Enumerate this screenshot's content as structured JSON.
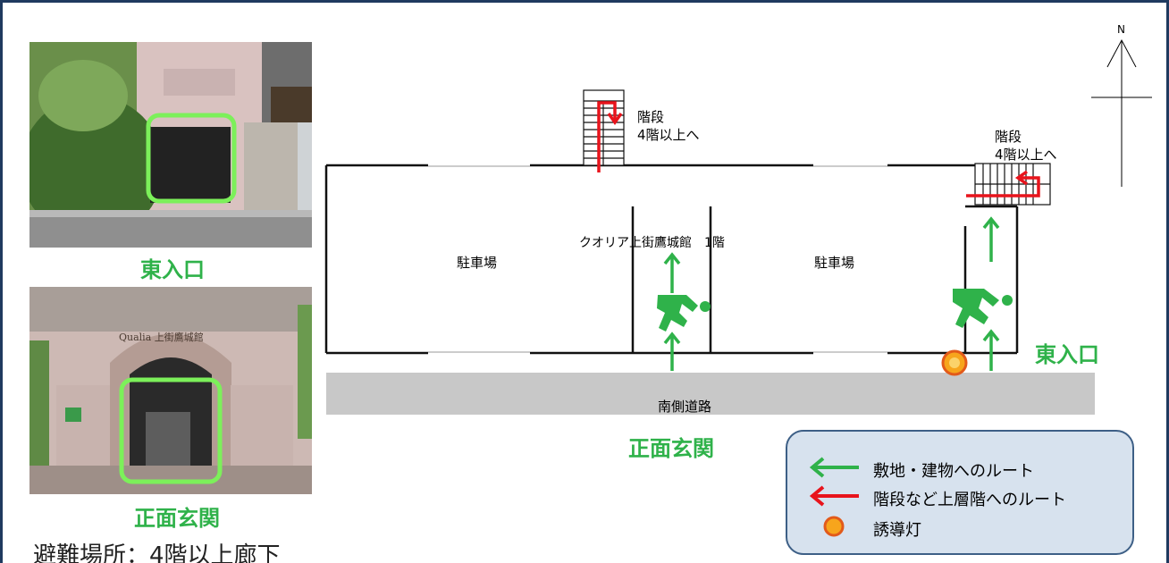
{
  "photos": {
    "east_caption": "東入口",
    "front_caption": "正面玄関",
    "sign_text": "Qualia 上街鷹城館"
  },
  "evacuation_note": "避難場所：4階以上廊下",
  "map": {
    "building_label": "クオリア上街鷹城館　1階",
    "parking_left": "駐車場",
    "parking_right": "駐車場",
    "stairs_left": [
      "階段",
      "4階以上へ"
    ],
    "stairs_right": [
      "階段",
      "4階以上へ"
    ],
    "road_label": "南側道路",
    "east_entrance": "東入口",
    "front_entrance": "正面玄関",
    "compass": "N"
  },
  "legend": {
    "items": [
      {
        "label": "敷地・建物へのルート",
        "symbol": "green-arrow"
      },
      {
        "label": "階段など上層階へのルート",
        "symbol": "red-arrow"
      },
      {
        "label": "誘導灯",
        "symbol": "orange-dot"
      }
    ]
  },
  "colors": {
    "route_green": "#2fb24a",
    "route_red": "#e8141c",
    "guide_light": "#f7a51c",
    "road": "#c8c8c8",
    "legend_bg": "#d7e2ee"
  }
}
